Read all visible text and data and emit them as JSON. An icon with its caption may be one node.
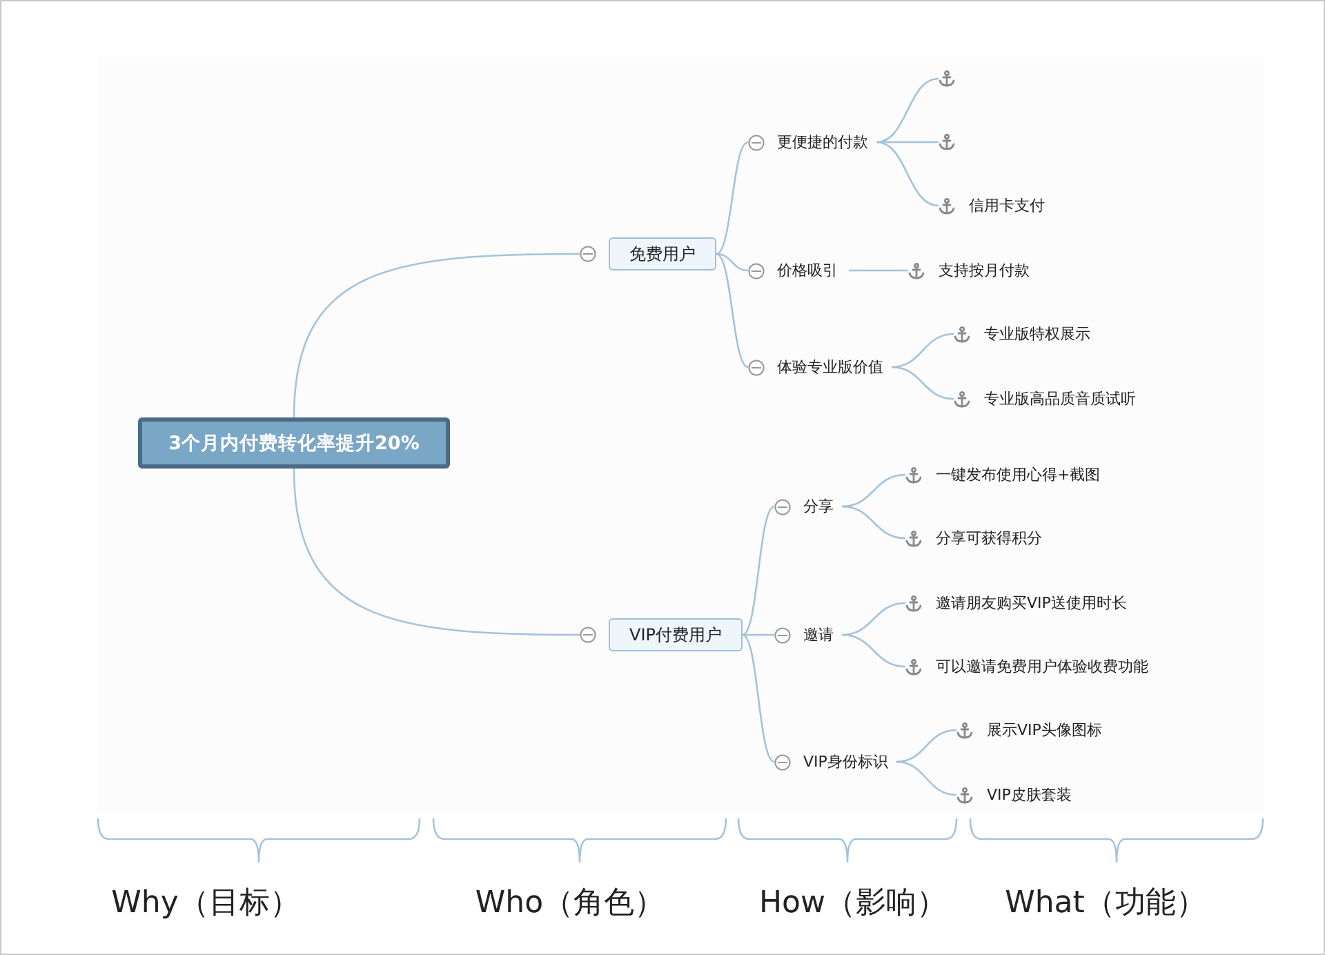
{
  "diagram": {
    "nodes": [
      {
        "text": [
          "3个月内付费转化率提升20%"
        ]
      },
      {
        "text": [
          "免费用户"
        ]
      },
      {
        "text": [
          "更便捷的付款"
        ]
      },
      {
        "text": [],
        "shape": "anchor"
      },
      {
        "text": [],
        "shape": "anchor"
      },
      {
        "text": [
          "信用卡支付"
        ]
      },
      {
        "text": [
          "价格吸引"
        ]
      },
      {
        "text": [
          "支持按月付款"
        ]
      },
      {
        "text": [
          "体验专业版价值"
        ]
      },
      {
        "text": [
          "专业版特权展示"
        ]
      },
      {
        "text": [
          "专业版高品质音质试听"
        ]
      },
      {
        "text": [
          "VIP付费用户"
        ]
      },
      {
        "text": [
          "分享"
        ]
      },
      {
        "text": [
          "一键发布使用心得+截图"
        ]
      },
      {
        "text": [
          "分享可获得积分"
        ]
      },
      {
        "text": [
          "邀请"
        ]
      },
      {
        "text": [
          "邀请朋友购买VIP送使用时长"
        ]
      },
      {
        "text": [
          "可以邀请免费用户体验收费功能"
        ]
      },
      {
        "text": [
          "VIP身份标识"
        ]
      },
      {
        "text": [
          "展示VIP头像图标"
        ]
      },
      {
        "text": [
          "VIP皮肤套装"
        ]
      }
    ],
    "edges": [
      {
        "from": 0,
        "to": 1,
        "arrow": "none"
      },
      {
        "from": 1,
        "to": 2,
        "arrow": "none"
      },
      {
        "from": 2,
        "to": 3,
        "arrow": "none"
      },
      {
        "from": 2,
        "to": 4,
        "arrow": "none"
      },
      {
        "from": 2,
        "to": 5,
        "arrow": "none"
      },
      {
        "from": 1,
        "to": 6,
        "arrow": "none"
      },
      {
        "from": 6,
        "to": 7,
        "arrow": "none"
      },
      {
        "from": 1,
        "to": 8,
        "arrow": "none"
      },
      {
        "from": 8,
        "to": 9,
        "arrow": "none"
      },
      {
        "from": 8,
        "to": 10,
        "arrow": "none"
      },
      {
        "from": 0,
        "to": 11,
        "arrow": "none"
      },
      {
        "from": 11,
        "to": 12,
        "arrow": "none"
      },
      {
        "from": 12,
        "to": 13,
        "arrow": "none"
      },
      {
        "from": 12,
        "to": 14,
        "arrow": "none"
      },
      {
        "from": 11,
        "to": 15,
        "arrow": "none"
      },
      {
        "from": 15,
        "to": 16,
        "arrow": "none"
      },
      {
        "from": 15,
        "to": 17,
        "arrow": "none"
      },
      {
        "from": 11,
        "to": 18,
        "arrow": "none"
      },
      {
        "from": 18,
        "to": 19,
        "arrow": "none"
      },
      {
        "from": 18,
        "to": 20,
        "arrow": "none"
      }
    ],
    "labels": [
      "Why（目标）",
      "Who（角色）",
      "How（影响）",
      "What（功能）"
    ]
  }
}
